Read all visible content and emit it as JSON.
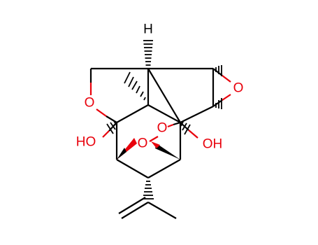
{
  "colors": {
    "carbon": "#000000",
    "oxygen": "#e8000b",
    "background": "#ffffff"
  },
  "atoms": {
    "h_top": {
      "label": "H",
      "color": "#000000"
    },
    "o_ring_left": {
      "label": "O",
      "color": "#e8000b"
    },
    "o_epoxide": {
      "label": "O",
      "color": "#e8000b"
    },
    "o_bridge_upper": {
      "label": "O",
      "color": "#e8000b"
    },
    "o_bridge_lower": {
      "label": "O",
      "color": "#e8000b"
    },
    "oh_left": {
      "label": "HO",
      "color": "#e8000b"
    },
    "oh_right": {
      "label": "OH",
      "color": "#e8000b"
    }
  }
}
